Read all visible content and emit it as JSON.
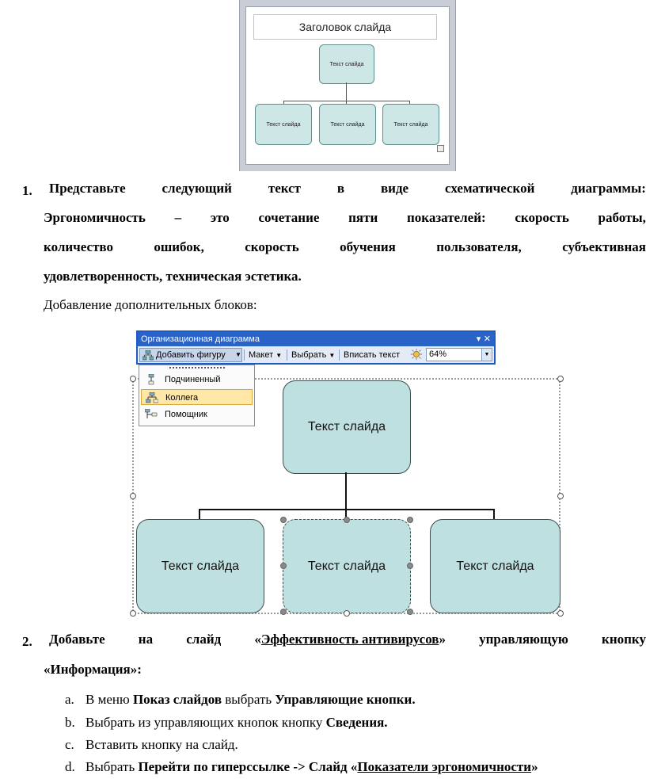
{
  "thumbnail": {
    "title": "Заголовок слайда",
    "top_box": "Текст слайда",
    "bottom_boxes": [
      "Текст слайда",
      "Текст слайда",
      "Текст слайда"
    ]
  },
  "task1": {
    "number": "1.",
    "line1_words": [
      "Представьте",
      "следующий",
      "текст",
      "в",
      "виде",
      "схематической",
      "диаграммы:"
    ],
    "line2_words": [
      "Эргономичность",
      "–",
      "это",
      "сочетание",
      "пяти",
      "показателей:",
      "скорость",
      "работы,"
    ],
    "line3_words": [
      "количество",
      "ошибок,",
      "скорость",
      "обучения",
      "пользователя,",
      "субъективная"
    ],
    "line4": "удовлетворенность, техническая эстетика.",
    "subtext": "Добавление дополнительных блоков:"
  },
  "toolbar": {
    "title": "Организационная диаграмма",
    "controls": "▾ ✕",
    "add_shape": "Добавить фигуру",
    "layout": "Макет",
    "select": "Выбрать",
    "fit_text": "Вписать текст",
    "zoom": "64%"
  },
  "menu": {
    "items": [
      "Подчиненный",
      "Коллега",
      "Помощник"
    ],
    "selected": "Коллега"
  },
  "diagram": {
    "top_box": "Текст слайда",
    "bottom_boxes": [
      "Текст слайда",
      "Текст слайда",
      "Текст слайда"
    ]
  },
  "task2": {
    "number": "2.",
    "line1_words": [
      "Добавьте",
      "на",
      "слайд",
      "«Эффективность антивирусов»",
      "управляющую",
      "кнопку"
    ],
    "line1_prefix": "«",
    "line1_link": "Эффективность антивирусов",
    "line1_suffix": "»",
    "line2": "«Информация»:",
    "steps": [
      {
        "letter": "a.",
        "t1": "В меню ",
        "b1": "Показ слайдов",
        "t2": " выбрать ",
        "b2": "Управляющие кнопки."
      },
      {
        "letter": "b.",
        "t1": "Выбрать из управляющих кнопок кнопку ",
        "b1": "Сведения."
      },
      {
        "letter": "c.",
        "t1": "Вставить кнопку на слайд."
      },
      {
        "letter": "d.",
        "t1": "Выбрать ",
        "b1": "Перейти по гиперссылке -> Слайд «",
        "link": "Показатели эргономичности",
        "b2": "»"
      }
    ]
  }
}
